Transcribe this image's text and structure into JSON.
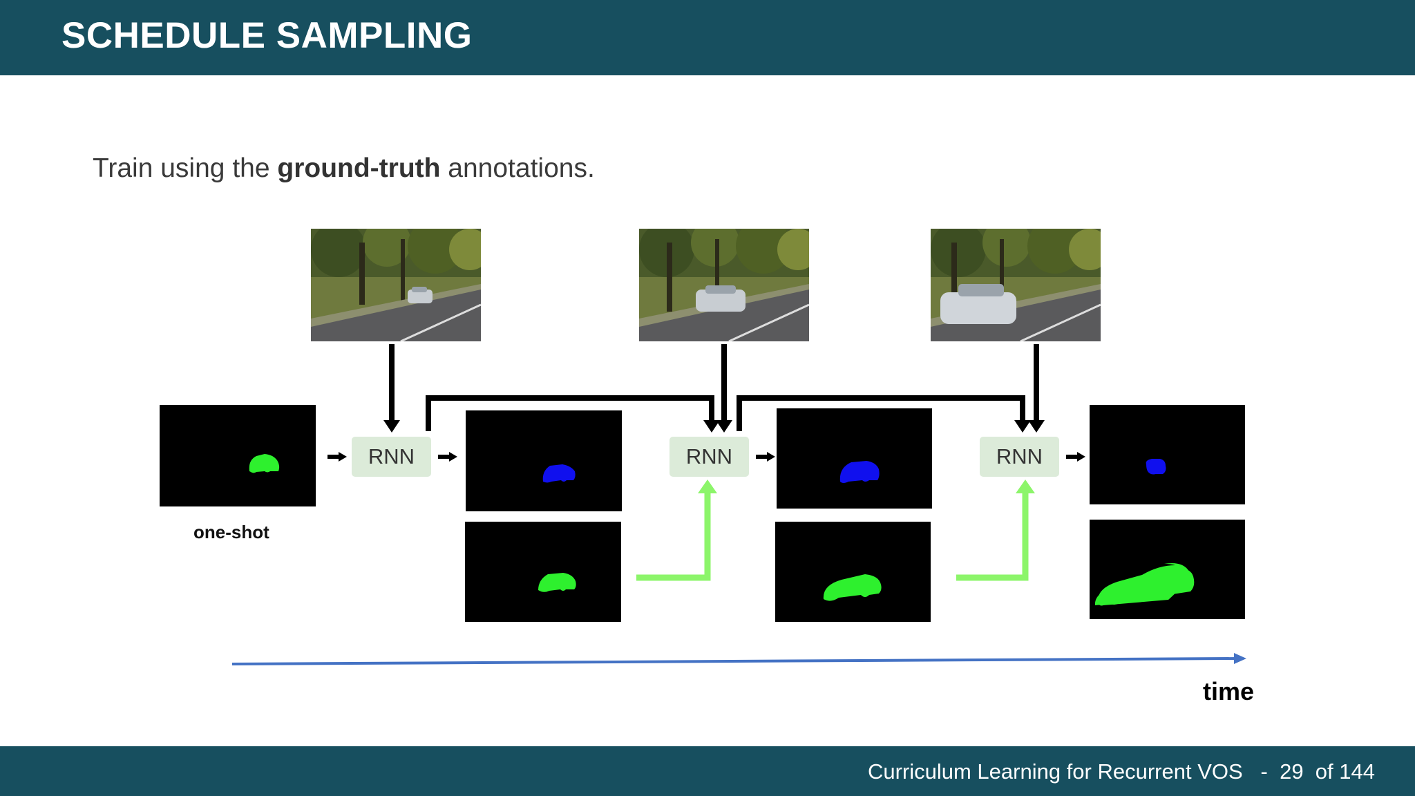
{
  "slide": {
    "title": "SCHEDULE SAMPLING",
    "subtitle_pre": "Train using the ",
    "subtitle_bold": "ground-truth",
    "subtitle_post": " annotations."
  },
  "diagram": {
    "rnn_label": "RNN",
    "one_shot_label": "one-shot",
    "time_label": "time",
    "colors": {
      "ground_truth_mask": "#2ef02e",
      "predicted_mask": "#1010ee",
      "gt_arrow": "#8cf56a",
      "time_arrow": "#4472c4",
      "rnn_box": "#dcebd9"
    }
  },
  "footer": {
    "presentation": "Curriculum Learning for Recurrent VOS",
    "separator": "-",
    "page": "29",
    "of_label": "of 144"
  }
}
